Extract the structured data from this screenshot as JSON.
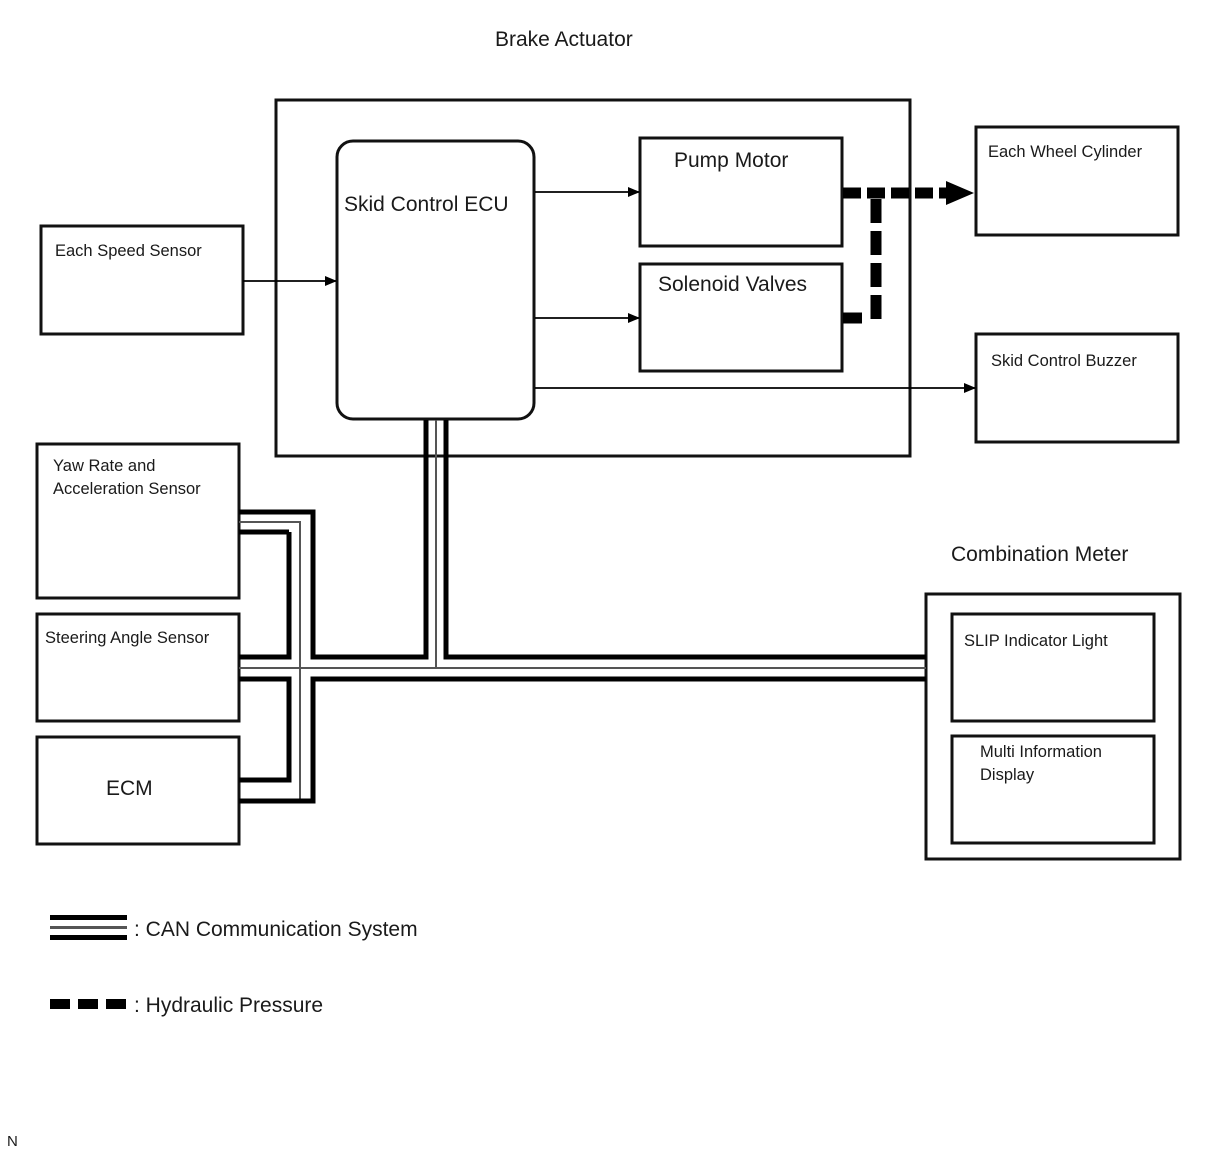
{
  "diagram": {
    "title_brake_actuator": "Brake Actuator",
    "title_combination_meter": "Combination Meter",
    "nodes": {
      "skid_control_ecu": "Skid Control ECU",
      "pump_motor": "Pump Motor",
      "solenoid_valves": "Solenoid Valves",
      "each_wheel_cylinder": "Each Wheel Cylinder",
      "skid_control_buzzer": "Skid Control Buzzer",
      "each_speed_sensor": "Each Speed Sensor",
      "yaw_rate_line1": "Yaw Rate and",
      "yaw_rate_line2": "Acceleration Sensor",
      "steering_angle_sensor": "Steering Angle Sensor",
      "ecm": "ECM",
      "slip_indicator_light": "SLIP Indicator Light",
      "multi_info_line1": "Multi Information",
      "multi_info_line2": "Display"
    },
    "connections": [
      {
        "from": "Each Speed Sensor",
        "to": "Skid Control ECU",
        "type": "signal"
      },
      {
        "from": "Skid Control ECU",
        "to": "Pump Motor",
        "type": "signal"
      },
      {
        "from": "Skid Control ECU",
        "to": "Solenoid Valves",
        "type": "signal"
      },
      {
        "from": "Skid Control ECU",
        "to": "Skid Control Buzzer",
        "type": "signal"
      },
      {
        "from": "Pump Motor",
        "to": "Each Wheel Cylinder",
        "type": "hydraulic"
      },
      {
        "from": "Solenoid Valves",
        "to": "Each Wheel Cylinder",
        "type": "hydraulic"
      },
      {
        "from": "Skid Control ECU",
        "to": "Yaw Rate and Acceleration Sensor",
        "type": "can"
      },
      {
        "from": "Skid Control ECU",
        "to": "Steering Angle Sensor",
        "type": "can"
      },
      {
        "from": "Skid Control ECU",
        "to": "ECM",
        "type": "can"
      },
      {
        "from": "Skid Control ECU",
        "to": "Combination Meter",
        "type": "can"
      }
    ],
    "legend": {
      "can": ": CAN Communication System",
      "hydraulic": ": Hydraulic Pressure"
    },
    "footer_mark": "N"
  }
}
